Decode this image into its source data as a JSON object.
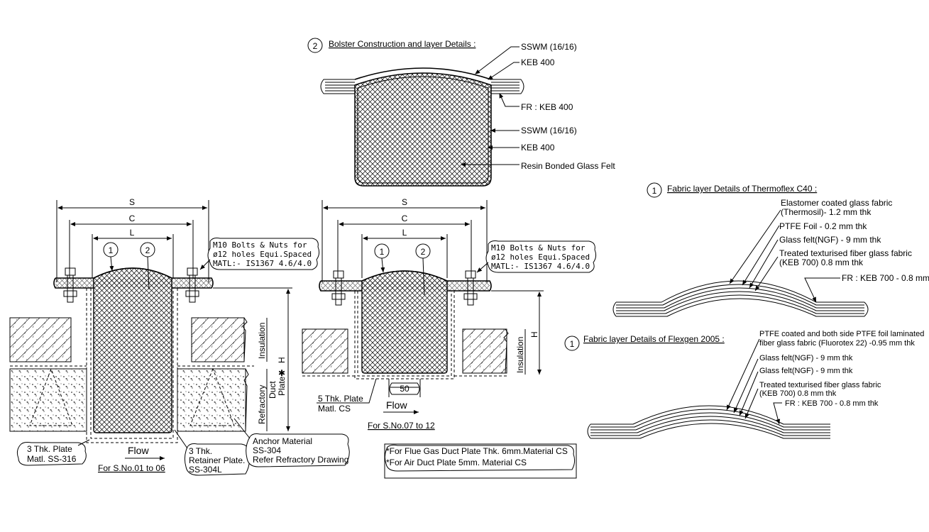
{
  "bolster": {
    "title": "Bolster Construction and layer Details :",
    "marker": "2",
    "labels": [
      "SSWM (16/16)",
      "KEB 400",
      "FR : KEB 400",
      "SSWM (16/16)",
      "KEB 400",
      "Resin Bonded Glass Felt"
    ]
  },
  "thermoflex": {
    "title": "Fabric layer Details of Thermoflex C40 :",
    "marker": "1",
    "labels": [
      "Elastomer coated glass fabric",
      "(Thermosil)- 1.2 mm thk",
      "PTFE Foil - 0.2 mm thk",
      "Glass felt(NGF) - 9 mm thk",
      "Treated texturised fiber glass fabric",
      "(KEB 700) 0.8 mm thk",
      "FR : KEB 700 - 0.8 mm thk"
    ]
  },
  "flexgen": {
    "title": "Fabric layer Details of Flexgen 2005 :",
    "marker": "1",
    "labels": [
      "PTFE coated and both side PTFE foil laminated",
      "fiber glass fabric (Fluorotex 22) -0.95 mm thk",
      "Glass felt(NGF) - 9 mm thk",
      "Glass felt(NGF) - 9 mm thk",
      "Treated texturised fiber glass fabric",
      "(KEB 700) 0.8 mm thk",
      "FR : KEB 700 - 0.8 mm thk"
    ]
  },
  "left_section": {
    "dims": {
      "s": "S",
      "c": "C",
      "l": "L",
      "h": "H"
    },
    "markers": [
      "1",
      "2"
    ],
    "bolts_note": [
      "M10 Bolts & Nuts for",
      "ø12 holes Equi.Spaced",
      "MATL:- IS1367 4.6/4.0"
    ],
    "side_labels": {
      "insulation": "Insulation",
      "refractory": "Refractory",
      "duct_plate": [
        "Duct",
        "Plate"
      ],
      "star": "✱"
    },
    "plate_note": [
      "3 Thk. Plate",
      "Matl. SS-316"
    ],
    "retainer_note": [
      "3 Thk.",
      "Retainer Plate.",
      "SS-304L"
    ],
    "anchor_note": [
      "Anchor Material",
      "SS-304",
      "Refer Refractory Drawing"
    ],
    "flow": "Flow",
    "sno": "For S.No.01 to 06"
  },
  "right_section": {
    "dims": {
      "s": "S",
      "c": "C",
      "l": "L",
      "h": "H",
      "width50": "50"
    },
    "markers": [
      "1",
      "2"
    ],
    "bolts_note": [
      "M10 Bolts & Nuts for",
      "ø12 holes Equi.Spaced",
      "MATL:- IS1367 4.6/4.0"
    ],
    "insulation": "Insulation",
    "plate_note": [
      "5 Thk. Plate",
      "Matl. CS"
    ],
    "flow": "Flow",
    "sno": "For S.No.07 to 12"
  },
  "notes": [
    "*For Flue Gas Duct Plate Thk. 6mm.Material CS",
    "*For Air Duct Plate 5mm. Material CS"
  ]
}
